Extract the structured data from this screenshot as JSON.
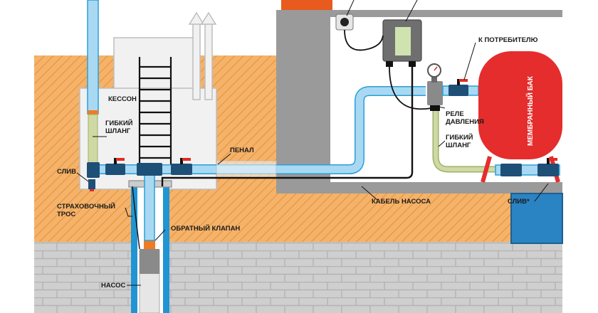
{
  "labels": {
    "kesson": "КЕССОН",
    "flex_hose_left_1": "ГИБКИЙ",
    "flex_hose_left_2": "ШЛАНГ",
    "drain_left": "СЛИВ",
    "safety_rope_1": "СТРАХОВОЧНЫЙ",
    "safety_rope_2": "ТРОС",
    "check_valve": "ОБРАТНЫЙ КЛАПАН",
    "pump": "НАСОС",
    "penal": "ПЕНАЛ",
    "pump_cable": "КАБЕЛЬ НАСОСА",
    "to_consumer": "К ПОТРЕБИТЕЛЮ",
    "pressure_relay_1": "РЕЛЕ",
    "pressure_relay_2": "ДАВЛЕНИЯ",
    "flex_hose_right_1": "ГИБКИЙ",
    "flex_hose_right_2": "ШЛАНГ",
    "membrane_tank": "МЕМБРАННЫЙ БАК",
    "drain_right": "СЛИВ*"
  },
  "colors": {
    "soil": "#f4b26b",
    "soil_hatch": "#e8922e",
    "brick": "#cfcfcf",
    "brick_line": "#b3b3b3",
    "water_pipe": "#a9d9f2",
    "pipe_edge": "#2b9fd8",
    "well_casing": "#1f95d3",
    "valve": "#1e4f77",
    "valve_handle": "#e32b20",
    "orange_part": "#f07b25",
    "tank_red": "#e52d2d",
    "wall_gray": "#9a9a9a",
    "caisson": "#f1f1f1",
    "cable": "#111111",
    "hose_green": "#cfd9a4",
    "drain_water": "#2a83c3"
  }
}
